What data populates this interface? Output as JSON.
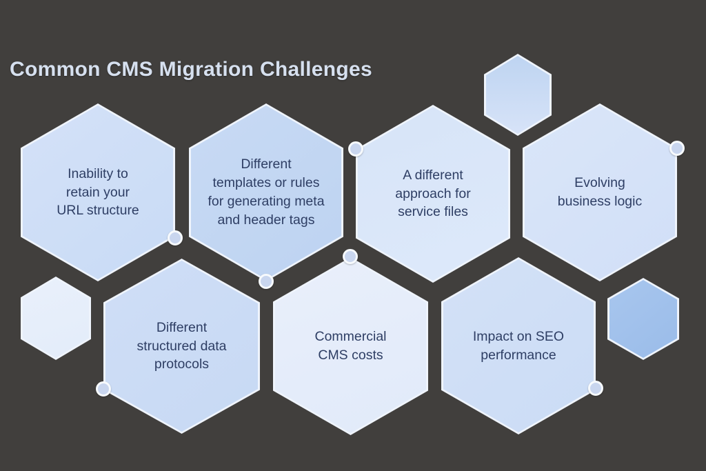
{
  "title": "Common CMS Migration Challenges",
  "challenges": [
    {
      "label": "Inability to\nretain your\nURL structure"
    },
    {
      "label": "Different\ntemplates or rules\nfor generating meta\nand header tags"
    },
    {
      "label": "A different\napproach for\nservice files"
    },
    {
      "label": "Evolving\nbusiness logic"
    },
    {
      "label": "Different\nstructured data\nprotocols"
    },
    {
      "label": "Commercial\nCMS costs"
    },
    {
      "label": "Impact on SEO\nperformance"
    }
  ],
  "palette": {
    "background": "#413f3d",
    "title_text": "#d6e0ef",
    "hexagon_text": "#2e3e64",
    "hexagon_border": "#eff4fc",
    "hexagon_fills": [
      "#cedef6",
      "#c2d6f2",
      "#dae6f9",
      "#d5e2f8",
      "#cbdcf5",
      "#e6edfa",
      "#cfdef6"
    ],
    "decor_hexagon_fills": [
      "#c9daf4",
      "#e7eefb",
      "#a1c1eb"
    ],
    "dot_fill": "#c9d6ef",
    "dot_ring": "#f7fafd"
  }
}
